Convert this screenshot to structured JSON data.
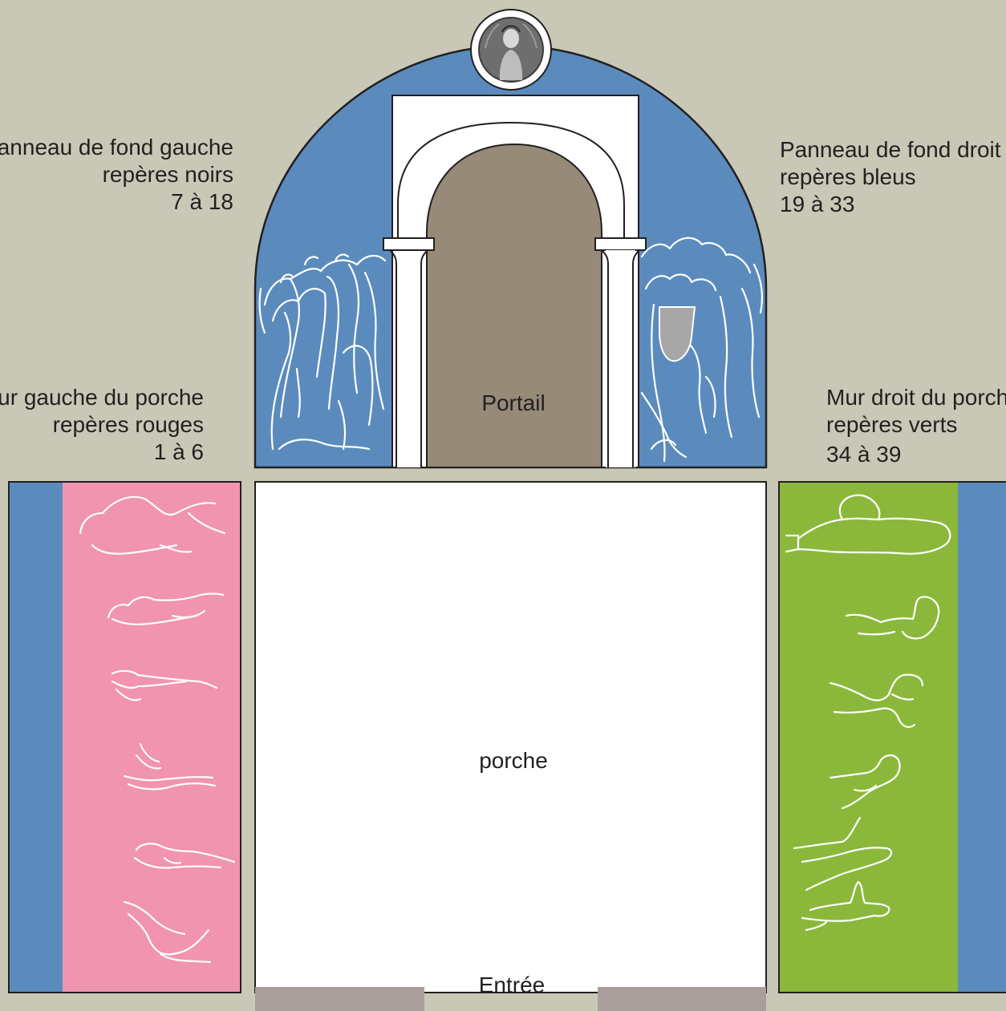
{
  "labels": {
    "left_back_panel": {
      "title": "Panneau de fond gauche",
      "markers": "repères noirs",
      "range": "7 à 18"
    },
    "right_back_panel": {
      "title": "Panneau de fond droit",
      "markers": "repères bleus",
      "range": "19 à 33"
    },
    "left_porch_wall": {
      "title": "Mur gauche du porche",
      "markers": "repères rouges",
      "range": "1 à 6"
    },
    "right_porch_wall": {
      "title": "Mur droit du porche",
      "markers": "repères verts",
      "range": "34 à 39"
    },
    "portal": "Portail",
    "porch": "porche",
    "entrance": "Entrée"
  },
  "colors": {
    "background": "#c9c8b6",
    "tympanum_blue": "#5b8bbd",
    "left_wall_pink": "#f094b0",
    "right_wall_green": "#8bb83b",
    "portal_brown": "#978a79",
    "entrance_gray": "#aa9e9d",
    "outline": "#231f20",
    "figure_line": "#ffffff"
  },
  "icons": {
    "medallion": "madonna-medallion-icon"
  }
}
